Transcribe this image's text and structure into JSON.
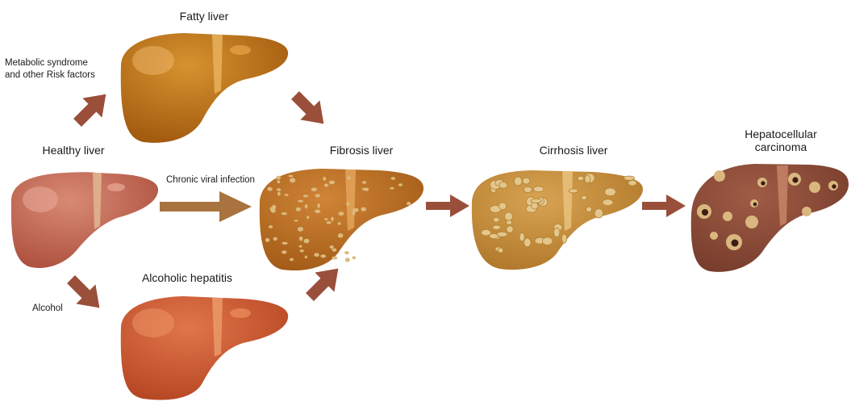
{
  "stages": {
    "fatty": "Fatty liver",
    "healthy": "Healthy liver",
    "fibrosis": "Fibrosis liver",
    "cirrhosis": "Cirrhosis liver",
    "alcoholic": "Alcoholic hepatitis",
    "hcc_line1": "Hepatocellular",
    "hcc_line2": "carcinoma"
  },
  "causes": {
    "metabolic_line1": "Metabolic syndrome",
    "metabolic_line2": "and other Risk factors",
    "viral": "Chronic viral infection",
    "alcohol": "Alcohol"
  },
  "colors": {
    "healthy": "#bb5c48",
    "fatty": "#b5660f",
    "fibrosis": "#b8691a",
    "cirrhosis": "#c68d37",
    "alcoholic": "#c5502a",
    "hcc": "#8a4a38",
    "arrow": "#9a4f3b",
    "arrow_viral": "#a8733f",
    "nodule": "#dcb97c"
  }
}
